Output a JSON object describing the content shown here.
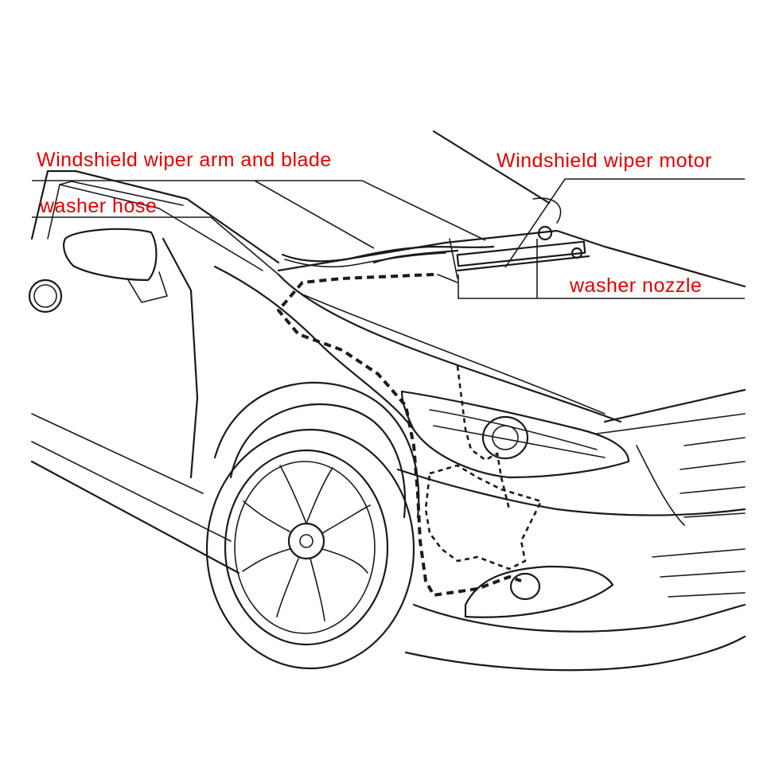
{
  "labels": {
    "wiper_arm_and_blade": "Windshield wiper arm and blade",
    "washer_hose": "washer hose",
    "wiper_motor": "Windshield wiper motor",
    "washer_nozzle": "washer nozzle"
  },
  "colors": {
    "label_text": "#e00000",
    "line_art": "#1a1a1a",
    "background": "#ffffff"
  }
}
